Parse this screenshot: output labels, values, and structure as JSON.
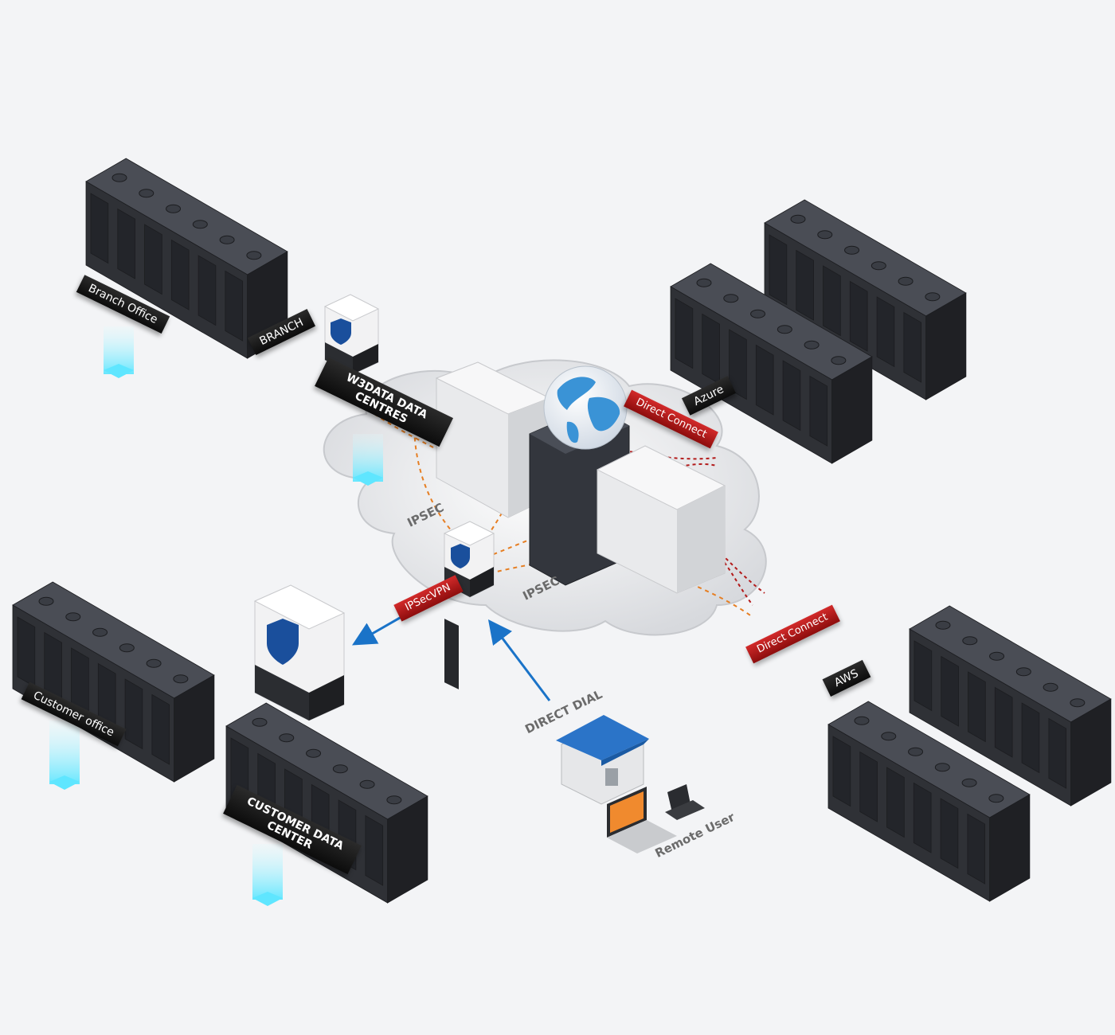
{
  "labels": {
    "branch_office": "Branch Office",
    "branch": "BRANCH",
    "w3data": "W3DATA DATA CENTRES",
    "azure": "Azure",
    "direct_connect_top": "Direct Connect",
    "ipsec_left": "IPSEC",
    "ipsec_bottom": "IPSEC",
    "ipsecvpn": "IPSecVPN",
    "customer_office": "Customer office",
    "customer_dc": "CUSTOMER DATA CENTER",
    "direct_dial": "DIRECT DIAL",
    "remote_user": "Remote User",
    "direct_connect_bottom": "Direct Connect",
    "aws": "AWS"
  },
  "icons": {
    "firewall": "shield-s-icon",
    "globe": "globe-icon",
    "house": "house-icon",
    "laptop": "laptop-icon",
    "tablet": "tablet-icon"
  },
  "colors": {
    "accent_blue": "#1a73c8",
    "label_red": "#c01c1c",
    "rack_dark": "#2f3136",
    "link_orange": "#e67e22",
    "link_red": "#b31b1b",
    "beam_cyan": "#7ff0ff"
  }
}
